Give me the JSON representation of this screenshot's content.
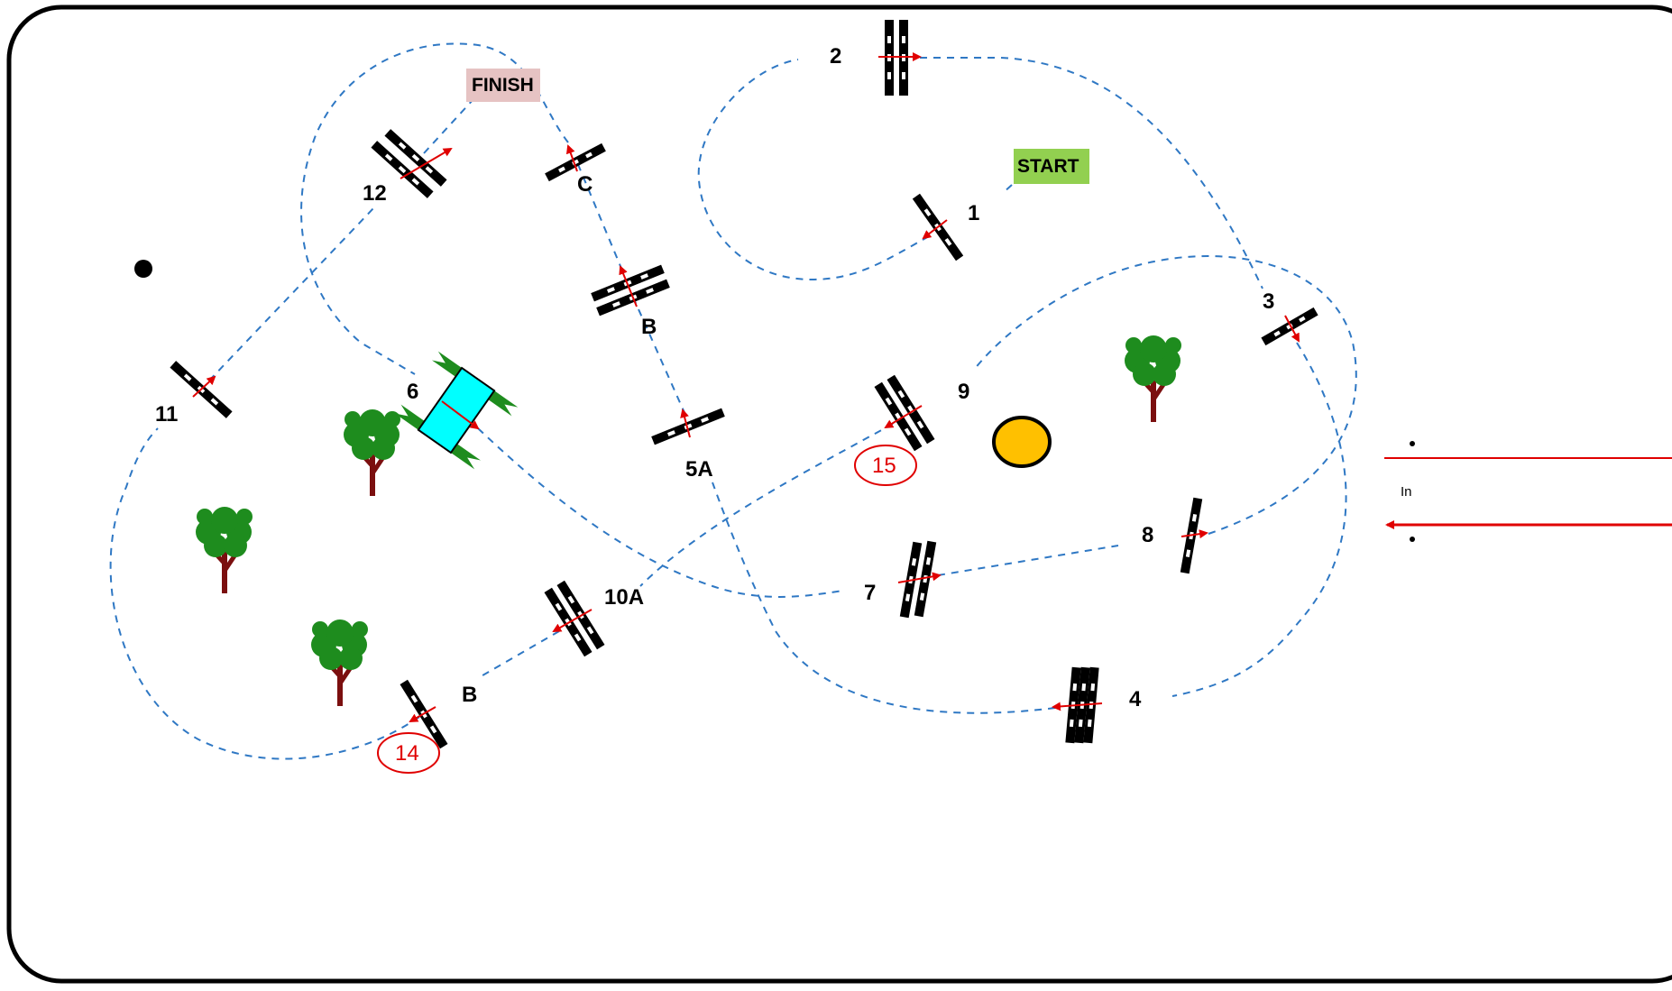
{
  "course": {
    "start_label": "START",
    "finish_label": "FINISH",
    "jump_labels": {
      "j1": "1",
      "j2": "2",
      "j3": "3",
      "j4": "4",
      "j5a": "5A",
      "jb_upper": "B",
      "jc": "C",
      "j6": "6",
      "j7": "7",
      "j8": "8",
      "j9": "9",
      "j10a": "10A",
      "jb_lower": "B",
      "j11": "11",
      "j12": "12"
    },
    "circled_labels": {
      "c14": "14",
      "c15": "15"
    },
    "legend_text": "In"
  },
  "colors": {
    "path": "#2f78c4",
    "arrow": "#e00000",
    "start_bg": "#92d050",
    "finish_bg": "#e6c3c3",
    "water": "#00ffff",
    "tree_leaf": "#1e8c1e",
    "tree_trunk": "#7b0f0f",
    "bush": "#ffc000"
  }
}
